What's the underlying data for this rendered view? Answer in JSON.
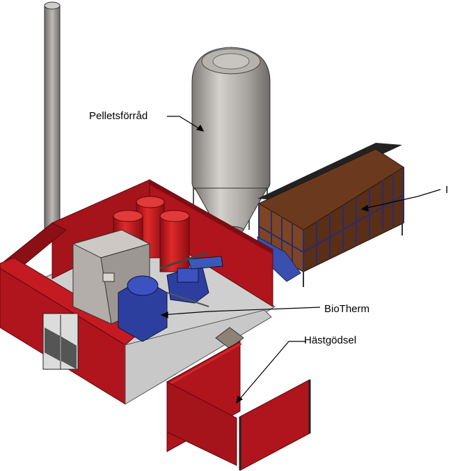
{
  "labels": {
    "pellet_storage": "Pelletsförråd",
    "biotherm": "BioTherm",
    "horse_manure": "Hästgödsel",
    "partial_label": "I"
  },
  "colors": {
    "building_red": "#b0141c",
    "building_red_dark": "#7e0d13",
    "silo_grey": "#a9a6a2",
    "boiler_blue": "#2d3f9e",
    "container_brown": "#6b3a1e",
    "floor_grey": "#cfcfcf"
  }
}
